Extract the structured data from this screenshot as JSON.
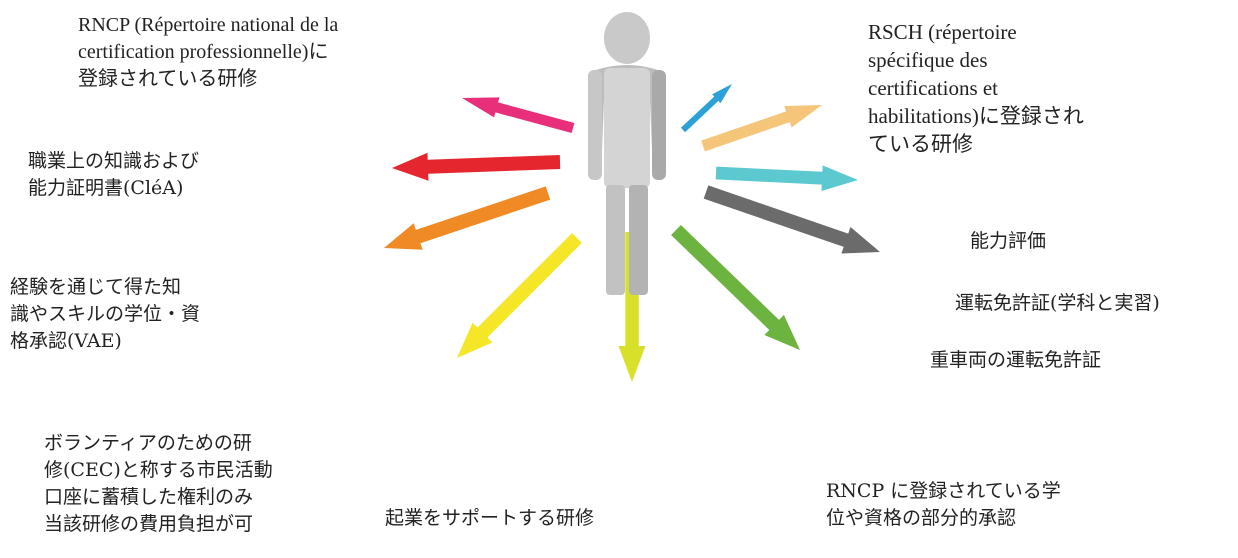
{
  "labels": {
    "rncp_registered": "RNCP (Répertoire national de la\ncertification    professionnelle)に\n登録されている研修",
    "rsch_registered": "RSCH (répertoire\nspécifique des\ncertifications et\nhabilitations)に登録され\nている研修",
    "clea": "職業上の知識および\n能力証明書(CléA)",
    "assessment": "能力評価",
    "vae": "経験を通じて得た知\n識やスキルの学位・資\n格承認(VAE)",
    "driving_license": "運転免許証(学科と実習)",
    "heavy_vehicle_license": "重車両の運転免許証",
    "cec_volunteer": "ボランティアのための研\n修(CEC)と称する市民活動\n口座に蓄積した権利のみ\n当該研修の費用負担が可",
    "entrepreneurship": "起業をサポートする研修",
    "rncp_partial": "RNCP に登録されている学\n位や資格の部分的承認"
  },
  "arrows": [
    {
      "name": "pink-arrow",
      "color": "#e8307a"
    },
    {
      "name": "red-arrow",
      "color": "#e5262e"
    },
    {
      "name": "orange-arrow",
      "color": "#f08a24"
    },
    {
      "name": "yellow-arrow",
      "color": "#f5e628"
    },
    {
      "name": "lime-arrow",
      "color": "#d9e02a"
    },
    {
      "name": "green-arrow",
      "color": "#6cb33f"
    },
    {
      "name": "gray-arrow",
      "color": "#6b6b6b"
    },
    {
      "name": "cyan-arrow",
      "color": "#5cc8cf"
    },
    {
      "name": "peach-arrow",
      "color": "#f5c57a"
    },
    {
      "name": "blue-arrow",
      "color": "#2ba0d9"
    }
  ]
}
